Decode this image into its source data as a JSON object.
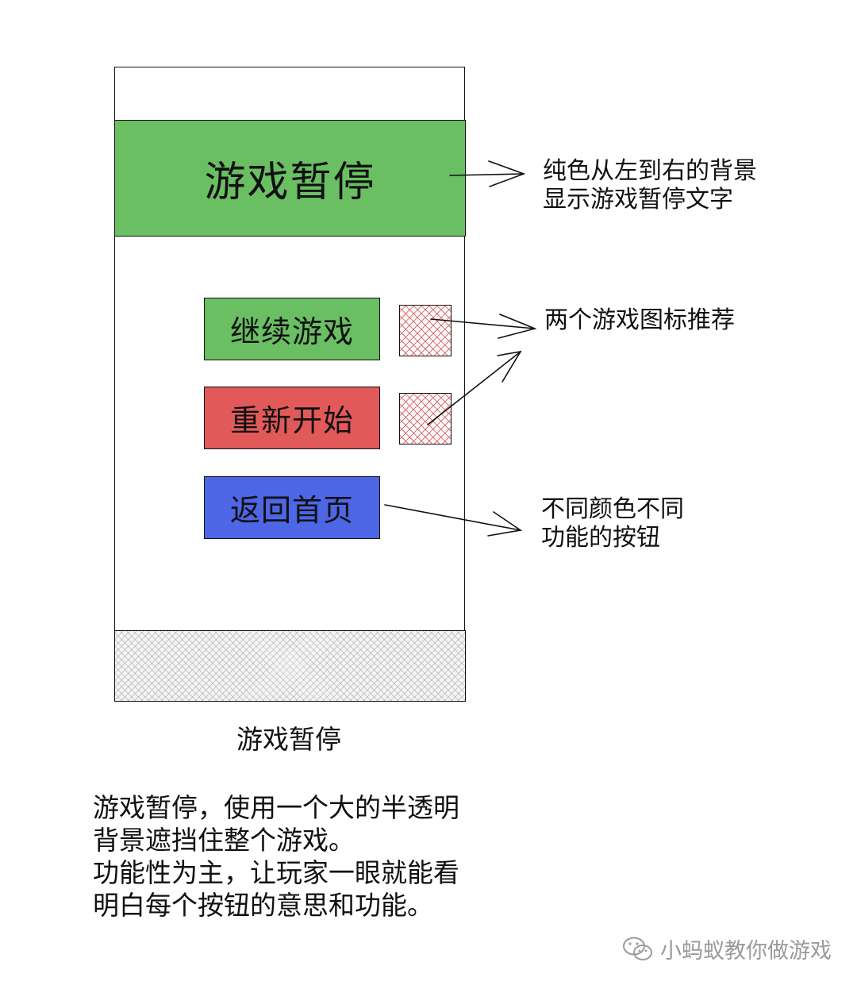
{
  "screen": {
    "title": "游戏暂停",
    "buttons": {
      "continue": "继续游戏",
      "restart": "重新开始",
      "home": "返回首页"
    },
    "colors": {
      "title_bg": "#6abf63",
      "continue_bg": "#6abf63",
      "restart_bg": "#e2595a",
      "home_bg": "#4d66e6"
    }
  },
  "annotations": {
    "title_line1": "纯色从左到右的背景",
    "title_line2": "显示游戏暂停文字",
    "icons": "两个游戏图标推荐",
    "buttons_line1": "不同颜色不同",
    "buttons_line2": "功能的按钮"
  },
  "caption": "游戏暂停",
  "description": {
    "line1": "游戏暂停，使用一个大的半透明",
    "line2": "背景遮挡住整个游戏。",
    "line3": "功能性为主，让玩家一眼就能看",
    "line4": "明白每个按钮的意思和功能。"
  },
  "watermark": {
    "icon": "wechat-icon",
    "text": "小蚂蚁教你做游戏"
  }
}
